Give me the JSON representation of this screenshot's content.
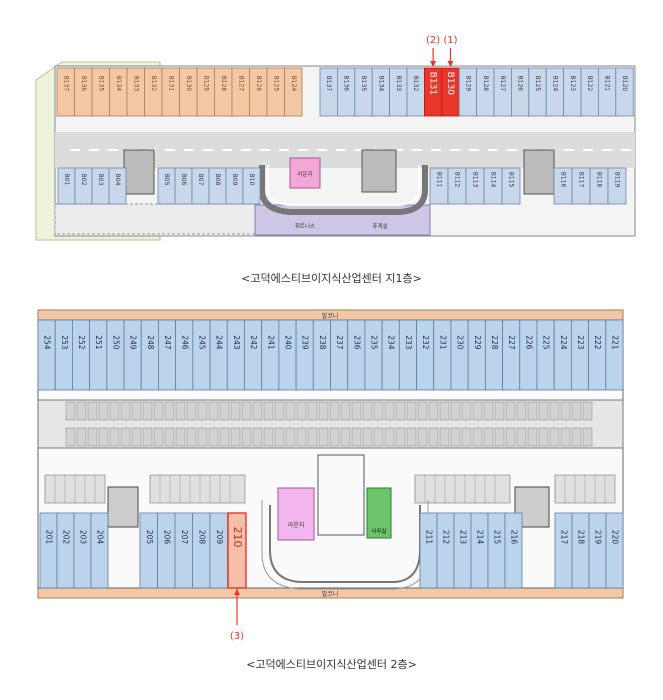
{
  "plan1": {
    "caption": "<고덕에스티브이지식산업센터 지1층>",
    "top_orange_units": [
      "B137",
      "B136",
      "B135",
      "B134",
      "B133",
      "B132",
      "B131",
      "B130",
      "B129",
      "B128",
      "B127",
      "B126",
      "B125",
      "B124",
      "B123",
      "B122",
      "B121"
    ],
    "top_orange_left_count": 14,
    "top_blue_units": [
      "B137",
      "B136",
      "B135",
      "B134",
      "B133",
      "B132",
      "B131",
      "B130",
      "B129",
      "B128",
      "B127",
      "B126",
      "B125",
      "B124",
      "B123",
      "B122",
      "B121",
      "B120"
    ],
    "highlight_units": [
      "B131",
      "B130"
    ],
    "markers": [
      "(2)",
      "(1)"
    ],
    "bottom_units_left": [
      "B01",
      "B02",
      "B03",
      "B04"
    ],
    "bottom_units_mid": [
      "B05",
      "B06",
      "B07",
      "B08",
      "B09",
      "B10"
    ],
    "bottom_units_right1": [
      "B111",
      "B112",
      "B113",
      "B114",
      "B115"
    ],
    "bottom_units_right2": [
      "B116",
      "B117",
      "B118",
      "B119"
    ],
    "lounge": "라운지",
    "fitness": "휘트니스",
    "rest": "휴게실",
    "colors": {
      "blue": "#c9d7ea",
      "orange": "#f3c8a5",
      "green": "#eef3dc",
      "purple": "#cfc5e6",
      "road": "#e0e0e0",
      "red": "#e8362b",
      "pink": "#f2a7d6"
    }
  },
  "plan2": {
    "caption": "<고덕에스티브이지식산업센터 2층>",
    "balcony": "발코니",
    "top_units": [
      "254",
      "253",
      "252",
      "251",
      "250",
      "249",
      "248",
      "247",
      "246",
      "245",
      "244",
      "243",
      "242",
      "241",
      "240",
      "239",
      "238",
      "237",
      "236",
      "235",
      "234",
      "233",
      "232",
      "231",
      "230",
      "229",
      "228",
      "227",
      "226",
      "225",
      "224",
      "223",
      "222",
      "221"
    ],
    "bottom_units_a": [
      "201",
      "202",
      "203",
      "204"
    ],
    "bottom_units_b": [
      "205",
      "206",
      "207",
      "208",
      "209"
    ],
    "highlight_unit": "210",
    "bottom_units_c": [
      "211",
      "212",
      "213",
      "214",
      "215",
      "216"
    ],
    "bottom_units_d": [
      "217",
      "218",
      "219",
      "220"
    ],
    "lounge": "라운지",
    "office": "사무실",
    "marker": "(3)"
  }
}
